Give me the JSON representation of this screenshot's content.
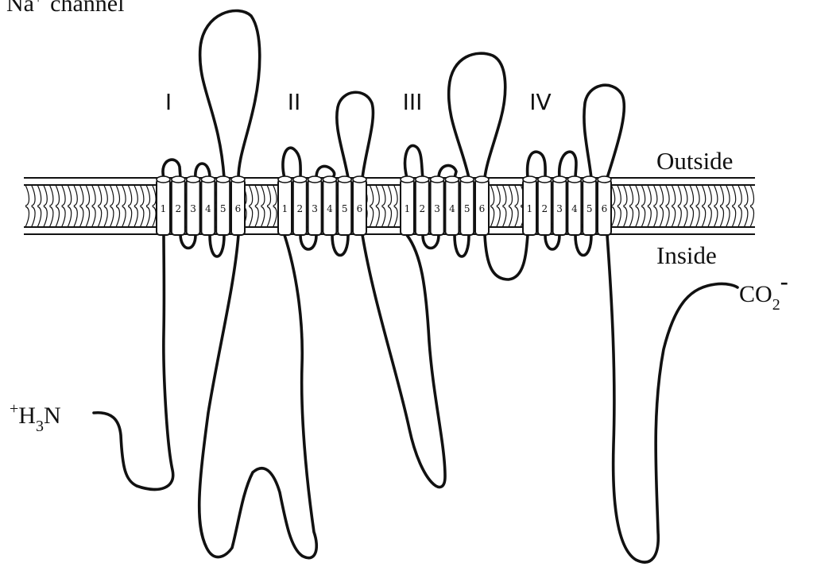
{
  "title": {
    "ion": "Na",
    "charge": "+",
    "word": "channel"
  },
  "domains": [
    {
      "label": "I",
      "segments": [
        "1",
        "2",
        "3",
        "4",
        "5",
        "6"
      ]
    },
    {
      "label": "II",
      "segments": [
        "1",
        "2",
        "3",
        "4",
        "5",
        "6"
      ]
    },
    {
      "label": "III",
      "segments": [
        "1",
        "2",
        "3",
        "4",
        "5",
        "6"
      ]
    },
    {
      "label": "IV",
      "segments": [
        "1",
        "2",
        "3",
        "4",
        "5",
        "6"
      ]
    }
  ],
  "sides": {
    "outside": "Outside",
    "inside": "Inside"
  },
  "n_terminus": {
    "charge": "+",
    "base": "H",
    "sub": "3",
    "tail": "N"
  },
  "c_terminus": {
    "base": "CO",
    "sub": "2",
    "charge": "-"
  },
  "colors": {
    "ink": "#111111",
    "background": "#ffffff",
    "helix_fill": "#ffffff"
  }
}
